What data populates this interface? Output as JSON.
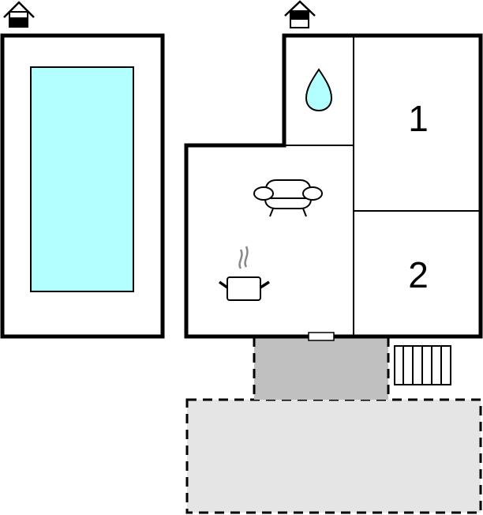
{
  "colors": {
    "wall": "#000000",
    "pool_water": "#b3ffff",
    "drop_fill": "#b3ffff",
    "terrace": "#c0c0c0",
    "outdoor_area": "#e5e5e5",
    "background": "#ffffff"
  },
  "floorplan": {
    "pool_building": {
      "entrance_icon": "house-entrance-icon",
      "pool": "swimming-pool"
    },
    "main_building": {
      "entrance_icon": "house-entrance-icon",
      "bathroom": {
        "icon": "water-drop-icon"
      },
      "living_room": {
        "icons": [
          "sofa-icon",
          "cooking-pot-icon"
        ]
      },
      "bedroom_1": {
        "label": "1"
      },
      "bedroom_2": {
        "label": "2"
      },
      "door": "front-door"
    },
    "terrace": {
      "style": "dashed",
      "fill": "grey"
    },
    "stairs": {
      "steps": 6
    },
    "outdoor_area": {
      "style": "dashed",
      "fill": "light-grey"
    }
  }
}
